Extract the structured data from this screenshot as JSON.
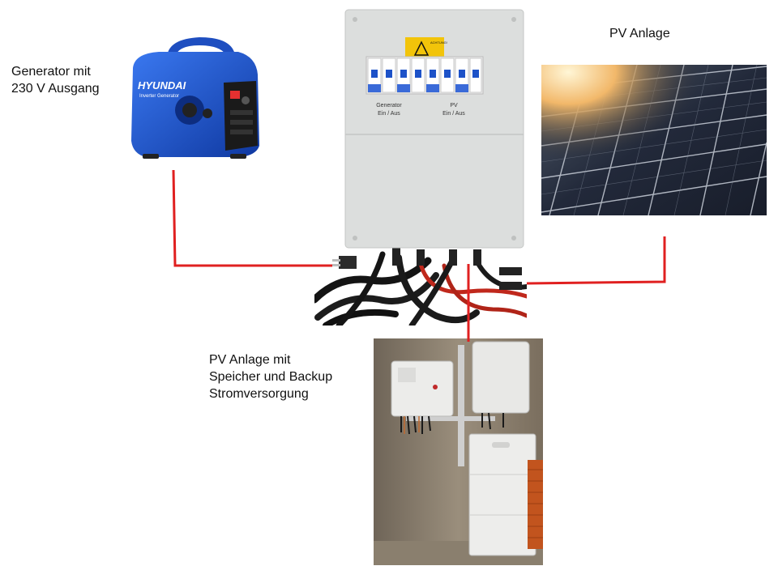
{
  "labels": {
    "generator_line1": "Generator mit",
    "generator_line2": "230 V Ausgang",
    "pv": "PV Anlage",
    "storage_line1": "PV Anlage mit",
    "storage_line2": "Speicher und Backup",
    "storage_line3": "Stromversorgung"
  },
  "generator_photo": {
    "brand": "HYUNDAI",
    "model": "Inverter Generator"
  },
  "switchbox": {
    "warning": "ACHTUNG!",
    "breaker_left_label_1": "Generator",
    "breaker_left_label_2": "Ein / Aus",
    "breaker_right_label_1": "PV",
    "breaker_right_label_2": "Ein / Aus"
  },
  "colors": {
    "wire": "#e02020",
    "generator_blue": "#1a4fc4",
    "box_gray": "#dcdedd"
  }
}
